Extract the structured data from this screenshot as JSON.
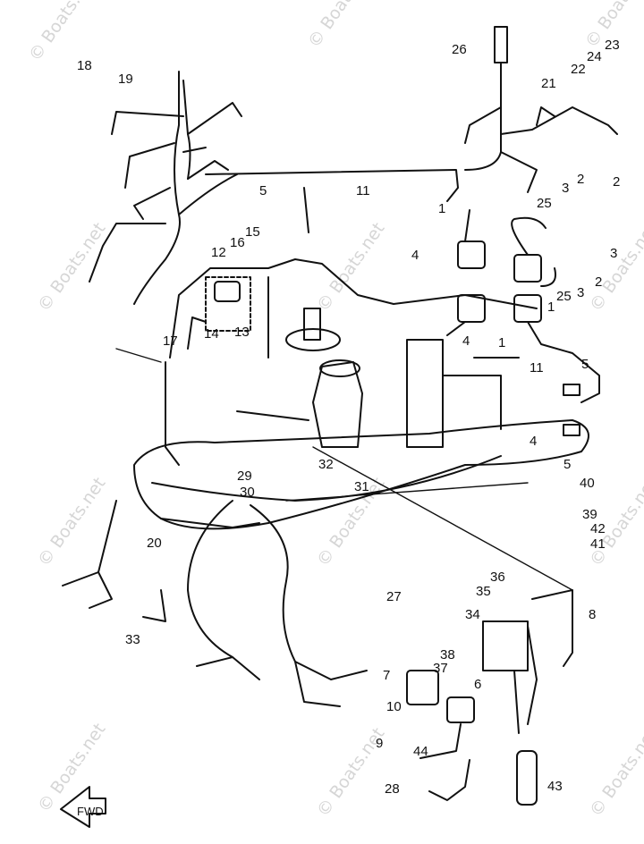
{
  "watermark": "© Boats.net",
  "direction_badge": "FWD",
  "callouts": [
    "1",
    "2",
    "3",
    "4",
    "5",
    "6",
    "7",
    "8",
    "9",
    "10",
    "11",
    "12",
    "13",
    "14",
    "15",
    "16",
    "17",
    "18",
    "19",
    "20",
    "21",
    "22",
    "23",
    "24",
    "25",
    "26",
    "27",
    "28",
    "29",
    "30",
    "31",
    "32",
    "33",
    "34",
    "35",
    "36",
    "37",
    "38",
    "39",
    "40",
    "41",
    "42",
    "43",
    "44"
  ]
}
